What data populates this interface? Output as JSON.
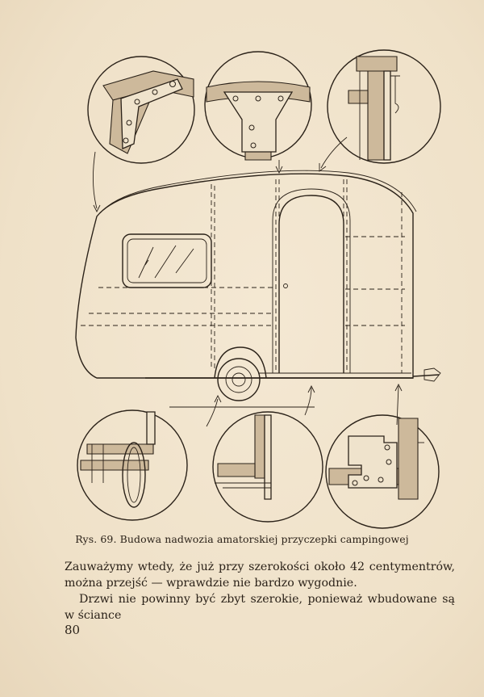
{
  "figure": {
    "caption": "Rys. 69. Budowa nadwozia amatorskiej przyczepki campingowej"
  },
  "text": {
    "paragraph_1": "Zauważymy wtedy, że już przy szerokości około 42 centymentrów, można przejść — wprawdzie nie bardzo wygodnie.",
    "paragraph_2": "Drzwi nie powinny być zbyt szerokie, ponieważ wbudowane są w ściance"
  },
  "page_number": "80"
}
